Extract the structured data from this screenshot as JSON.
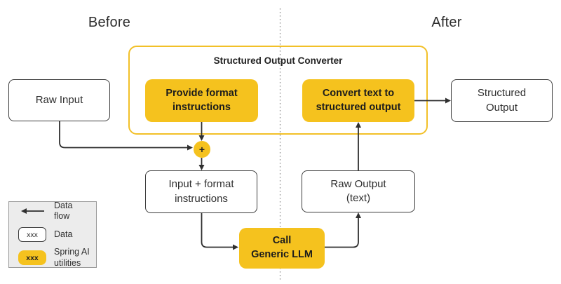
{
  "titles": {
    "before": "Before",
    "after": "After"
  },
  "converter": {
    "title": "Structured Output Converter"
  },
  "nodes": {
    "raw_input": {
      "label": "Raw Input"
    },
    "provide_format": {
      "label": "Provide format\ninstructions"
    },
    "convert_text": {
      "label": "Convert text to\nstructured  output"
    },
    "structured_output": {
      "label": "Structured\nOutput"
    },
    "input_format": {
      "label": "Input + format\ninstructions"
    },
    "raw_output": {
      "label": "Raw Output\n(text)"
    },
    "call_llm": {
      "label": "Call\nGeneric LLM"
    },
    "plus_junction": {
      "label": "+"
    }
  },
  "legend": {
    "data_flow_label": "Data flow",
    "data_label": "Data",
    "spring_label": "Spring AI\nutilities",
    "sample_text": "xxx"
  },
  "colors": {
    "spring_yellow": "#f5c21e",
    "frame_yellow": "#f2c028",
    "arrow_dark": "#2f2f2f",
    "box_border": "#3c3c3c",
    "legend_bg": "#ececec",
    "legend_border": "#9a9a9a",
    "dotted_divider": "#8c8c8c",
    "text_dark": "#1c1c1c",
    "text_body": "#2e2e2e"
  }
}
